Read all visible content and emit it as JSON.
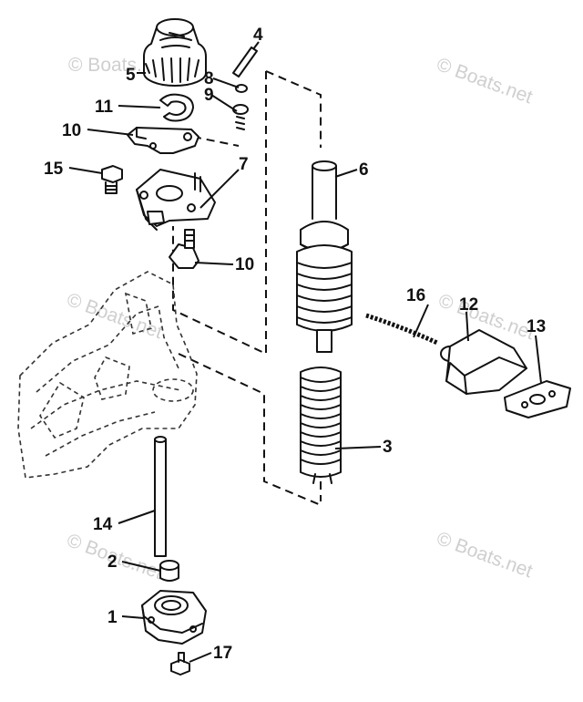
{
  "watermark": "© Boats.net",
  "callouts": {
    "c1": "1",
    "c2": "2",
    "c3": "3",
    "c4": "4",
    "c5": "5",
    "c6": "6",
    "c7": "7",
    "c8": "8",
    "c9": "9",
    "c10a": "10",
    "c10b": "10",
    "c11": "11",
    "c12": "12",
    "c13": "13",
    "c14": "14",
    "c15": "15",
    "c16": "16",
    "c17": "17"
  }
}
